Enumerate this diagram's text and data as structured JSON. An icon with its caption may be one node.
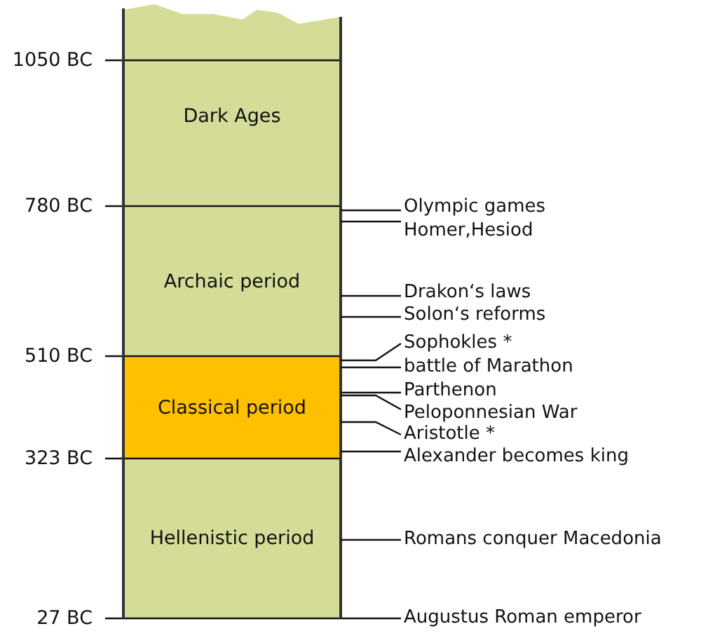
{
  "diagram": {
    "nodes": [
      {
        "text": [
          "Dark Ages"
        ]
      },
      {
        "text": [
          "Archaic period"
        ]
      },
      {
        "text": [
          "Classical period"
        ]
      },
      {
        "text": [
          "Hellenistic period"
        ]
      },
      {
        "text": [
          "Olympic games"
        ]
      },
      {
        "text": [
          "Homer,Hesiod"
        ]
      },
      {
        "text": [
          "Drakon‘s laws"
        ]
      },
      {
        "text": [
          "Solon‘s reforms"
        ]
      },
      {
        "text": [
          "Sophokles *"
        ]
      },
      {
        "text": [
          "battle of Marathon"
        ]
      },
      {
        "text": [
          "Parthenon"
        ]
      },
      {
        "text": [
          "Peloponnesian War"
        ]
      },
      {
        "text": [
          "Aristotle *"
        ]
      },
      {
        "text": [
          "Alexander becomes king"
        ]
      },
      {
        "text": [
          "Romans conquer Macedonia"
        ]
      },
      {
        "text": [
          "Augustus Roman emperor"
        ]
      }
    ],
    "edges": [
      {
        "from": 4,
        "to": 1,
        "arrow": "none"
      },
      {
        "from": 5,
        "to": 1,
        "arrow": "none"
      },
      {
        "from": 6,
        "to": 1,
        "arrow": "none"
      },
      {
        "from": 7,
        "to": 1,
        "arrow": "none"
      },
      {
        "from": 8,
        "to": 2,
        "arrow": "none"
      },
      {
        "from": 9,
        "to": 2,
        "arrow": "none"
      },
      {
        "from": 10,
        "to": 2,
        "arrow": "none"
      },
      {
        "from": 11,
        "to": 2,
        "arrow": "none"
      },
      {
        "from": 12,
        "to": 2,
        "arrow": "none"
      },
      {
        "from": 13,
        "to": 2,
        "arrow": "none"
      },
      {
        "from": 14,
        "to": 3,
        "arrow": "none"
      },
      {
        "from": 15,
        "to": 3,
        "arrow": "none"
      }
    ],
    "labels": [
      "1050 BC",
      "780 BC",
      "510 BC",
      "323 BC",
      "27 BC"
    ]
  }
}
